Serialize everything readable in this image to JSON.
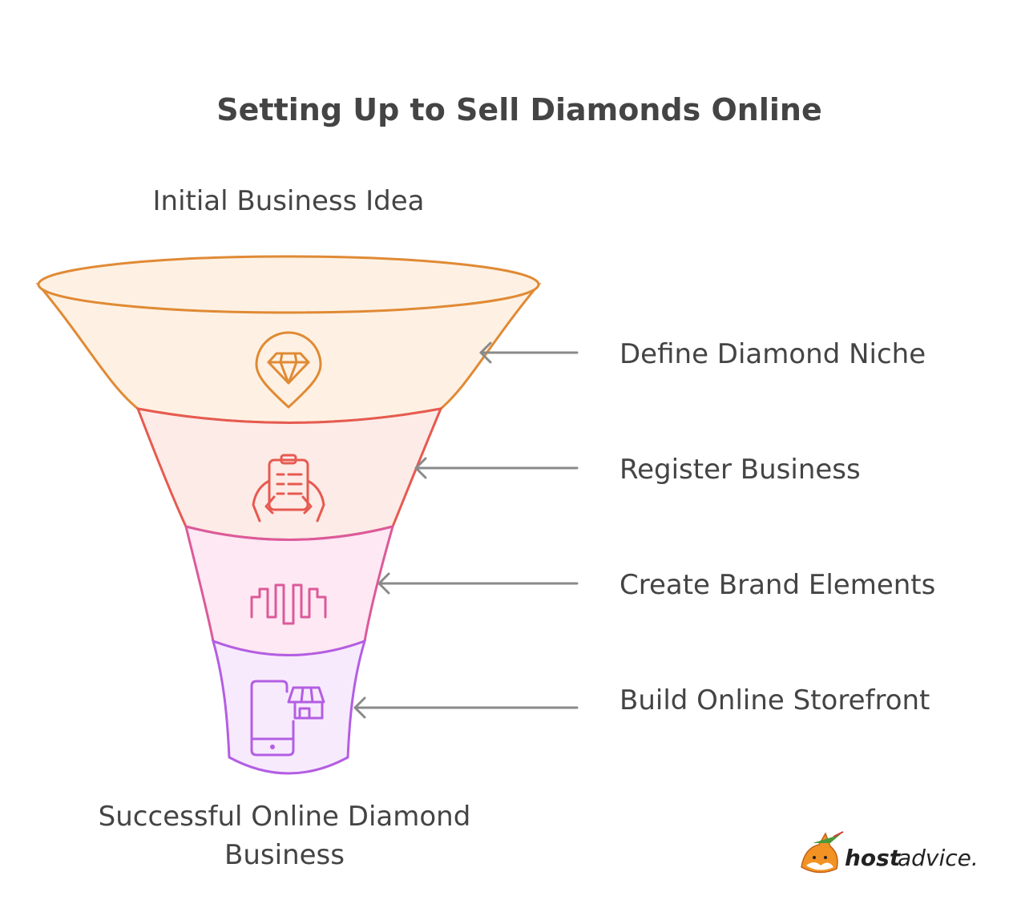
{
  "title": "Setting Up to Sell Diamonds Online",
  "top_label": "Initial Business Idea",
  "bottom_label_line1": "Successful Online Diamond",
  "bottom_label_line2": "Business",
  "stages": [
    {
      "label": "Define Diamond Niche",
      "icon": "diamond-location-icon",
      "stroke": "#e08a35",
      "fill": "#fef1e3"
    },
    {
      "label": "Register Business",
      "icon": "clipboard-hands-icon",
      "stroke": "#e65a50",
      "fill": "#fdebe7"
    },
    {
      "label": "Create Brand Elements",
      "icon": "zigzag-pattern-icon",
      "stroke": "#dc5a9a",
      "fill": "#fde8f3"
    },
    {
      "label": "Build Online Storefront",
      "icon": "mobile-store-icon",
      "stroke": "#b35ee3",
      "fill": "#f8eafd"
    }
  ],
  "arrow_color": "#8a8a8a",
  "logo": {
    "bold": "host",
    "light": "advice."
  }
}
